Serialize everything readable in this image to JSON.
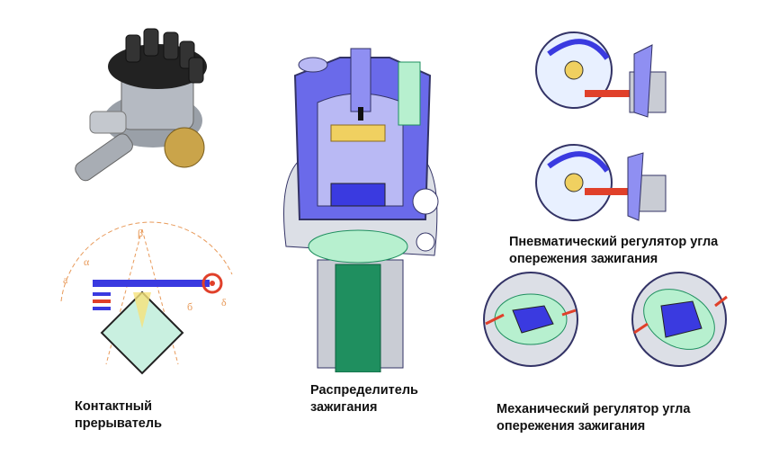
{
  "captions": {
    "contact_breaker": [
      "Контактный",
      "прерыватель"
    ],
    "distributor": [
      "Распределитель",
      "зажигания"
    ],
    "vacuum_regulator": [
      "Пневматический регулятор угла",
      "опережения зажигания"
    ],
    "centrifugal_regulator": [
      "Механический регулятор угла",
      "опережения зажигания"
    ]
  },
  "diagram_labels": {
    "beta": "β",
    "alpha": "α",
    "a": "a",
    "b": "б",
    "sigma": "δ"
  },
  "colors": {
    "blue": "#3a3ae0",
    "blue_light": "#8f8ff2",
    "green": "#1f8f5f",
    "green_light": "#b7f0cf",
    "gray": "#c9ccd4",
    "orange": "#f0a020",
    "red": "#e0402a",
    "outline": "#333366"
  }
}
